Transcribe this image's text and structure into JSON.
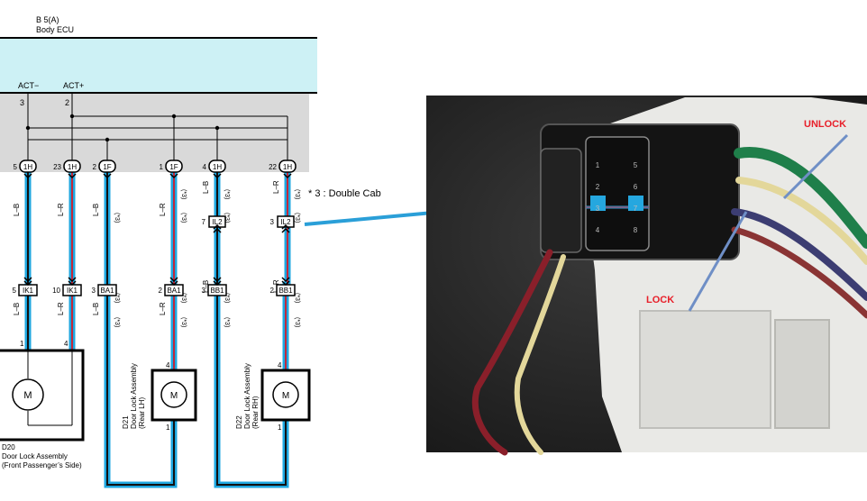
{
  "ecu": {
    "code": "B 5(A)",
    "name": "Body ECU",
    "pin_act_minus_name": "ACT−",
    "pin_act_plus_name": "ACT+",
    "pin_act_minus_num": "3",
    "pin_act_plus_num": "2"
  },
  "junctions": [
    {
      "pin": "5",
      "code": "1H"
    },
    {
      "pin": "23",
      "code": "1H"
    },
    {
      "pin": "2",
      "code": "1F"
    },
    {
      "pin": "1",
      "code": "1F"
    },
    {
      "pin": "4",
      "code": "1H"
    },
    {
      "pin": "22",
      "code": "1H"
    }
  ],
  "wire_colors": [
    "L–B",
    "L–R",
    "L–B",
    "L–R",
    "L–B",
    "L–R"
  ],
  "note_mark": "(*3)",
  "il2_connectors": [
    {
      "pin": "7",
      "code": "IL2"
    },
    {
      "pin": "3",
      "code": "IL2"
    }
  ],
  "lower_connectors": [
    {
      "pin": "5",
      "code": "IK1"
    },
    {
      "pin": "10",
      "code": "IK1"
    },
    {
      "pin": "3",
      "code": "BA1"
    },
    {
      "pin": "2",
      "code": "BA1"
    },
    {
      "pin": "3",
      "code": "BB1"
    },
    {
      "pin": "2",
      "code": "BB1"
    }
  ],
  "footnote": "* 3 : Double Cab",
  "motor_symbol": "M",
  "motor_pins": {
    "d20_top": "1",
    "d20_top2": "4",
    "d21_top": "4",
    "d21_bottom": "1",
    "d22_top": "4",
    "d22_bottom": "1"
  },
  "d20": {
    "code": "D20",
    "line1": "Door Lock Assembly",
    "line2": "(Front Passenger’s Side)"
  },
  "d21": {
    "code": "D21",
    "line1": "Door Lock Assembly",
    "line2": "(Rear LH)"
  },
  "d22": {
    "code": "D22",
    "line1": "Door Lock Assembly",
    "line2": "(Rear RH)"
  },
  "photo": {
    "unlock_label": "UNLOCK",
    "lock_label": "LOCK",
    "label_color": "#e8202a",
    "pointer_color": "#6f8fc6",
    "pin_numbers": [
      "1",
      "2",
      "3",
      "4",
      "5",
      "6",
      "7",
      "8"
    ]
  },
  "colors": {
    "ecu_fill": "#cdf1f5",
    "junction_band": "#d9d9d9",
    "wire_blue": "#1ea7e0",
    "stripe_black": "#111111",
    "stripe_red": "#c0283c",
    "callout_blue": "#2a9fd8"
  }
}
